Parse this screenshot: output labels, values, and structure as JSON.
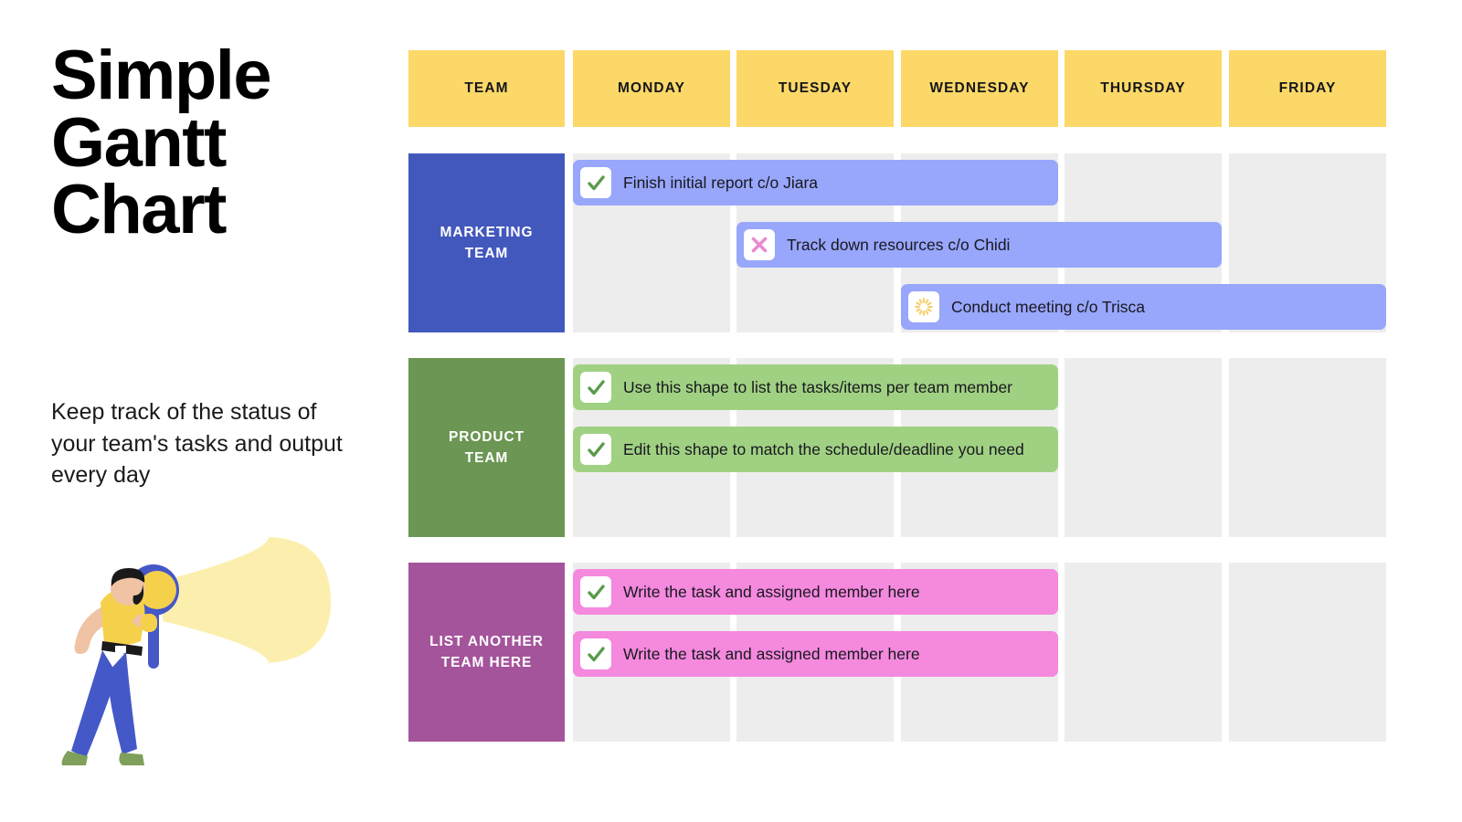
{
  "left": {
    "title": "Simple\nGantt\nChart",
    "subtitle": "Keep track of the status of your team's tasks and output every day",
    "illustration_name": "person-with-magnifying-glass-illustration"
  },
  "chart_data": {
    "type": "table",
    "title": "Simple Gantt Chart",
    "columns": [
      "TEAM",
      "MONDAY",
      "TUESDAY",
      "WEDNESDAY",
      "THURSDAY",
      "FRIDAY"
    ],
    "header_color": "#FBD867",
    "cell_color": "#EDEDED",
    "rows": [
      {
        "team": "MARKETING TEAM",
        "team_line1": "MARKETING",
        "team_line2": "TEAM",
        "color": "#4358BC",
        "bar_color": "#98A6FB",
        "tasks": [
          {
            "label": "Finish initial report c/o Jiara",
            "icon": "check-icon",
            "icon_color": "#5A9A4B",
            "start_day": "MONDAY",
            "end_day": "WEDNESDAY",
            "span_start": 1,
            "span_end": 3,
            "lane": 1
          },
          {
            "label": "Track down resources c/o Chidi",
            "icon": "cross-icon",
            "icon_color": "#E88BD0",
            "start_day": "TUESDAY",
            "end_day": "THURSDAY",
            "span_start": 2,
            "span_end": 4,
            "lane": 2
          },
          {
            "label": "Conduct meeting c/o Trisca",
            "icon": "spinner-icon",
            "icon_color": "#F4D06A",
            "start_day": "WEDNESDAY",
            "end_day": "FRIDAY",
            "span_start": 3,
            "span_end": 5,
            "lane": 3
          }
        ]
      },
      {
        "team": "PRODUCT TEAM",
        "team_line1": "PRODUCT",
        "team_line2": "TEAM",
        "color": "#6B9653",
        "bar_color": "#A0D183",
        "tasks": [
          {
            "label": "Use this shape to list the tasks/items per team member",
            "icon": "check-icon",
            "icon_color": "#5A9A4B",
            "start_day": "MONDAY",
            "end_day": "WEDNESDAY",
            "span_start": 1,
            "span_end": 3,
            "lane": 1
          },
          {
            "label": "Edit this shape to match the schedule/deadline you need",
            "icon": "check-icon",
            "icon_color": "#5A9A4B",
            "start_day": "MONDAY",
            "end_day": "WEDNESDAY",
            "span_start": 1,
            "span_end": 3,
            "lane": 2
          }
        ]
      },
      {
        "team": "LIST ANOTHER TEAM HERE",
        "team_line1": "LIST ANOTHER",
        "team_line2": "TEAM HERE",
        "color": "#A4549B",
        "bar_color": "#F489DE",
        "tasks": [
          {
            "label": "Write the task and assigned member here",
            "icon": "check-icon",
            "icon_color": "#5A9A4B",
            "start_day": "MONDAY",
            "end_day": "WEDNESDAY",
            "span_start": 1,
            "span_end": 3,
            "lane": 1
          },
          {
            "label": "Write the task and assigned member here",
            "icon": "check-icon",
            "icon_color": "#5A9A4B",
            "start_day": "MONDAY",
            "end_day": "WEDNESDAY",
            "span_start": 1,
            "span_end": 3,
            "lane": 2
          }
        ]
      }
    ]
  }
}
